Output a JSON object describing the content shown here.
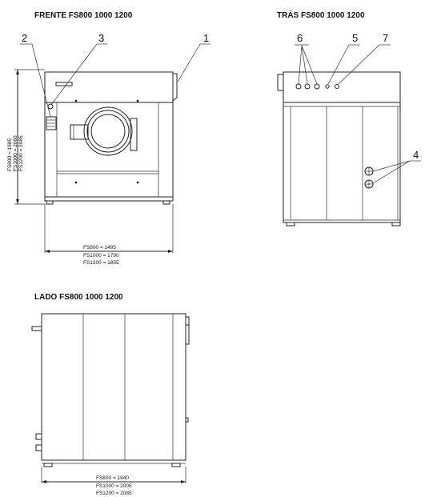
{
  "titles": {
    "front": "FRENTE FS800  1000  1200",
    "back": "TRÁS FS800  1000  1200",
    "side": "LADO FS800  1000  1200"
  },
  "callouts": [
    "1",
    "2",
    "3",
    "4",
    "5",
    "6",
    "7"
  ],
  "dims": {
    "front_height": [
      "FS800  = 1985",
      "FS1000 = 2060",
      "FS1200 = 2085"
    ],
    "front_width": [
      "FS800   = 1495",
      "FS1000 = 1790",
      "FS1200 = 1855"
    ],
    "side_width": [
      "FS800   = 1940",
      "FS1000 = 2005",
      "FS1200 = 2085"
    ]
  }
}
